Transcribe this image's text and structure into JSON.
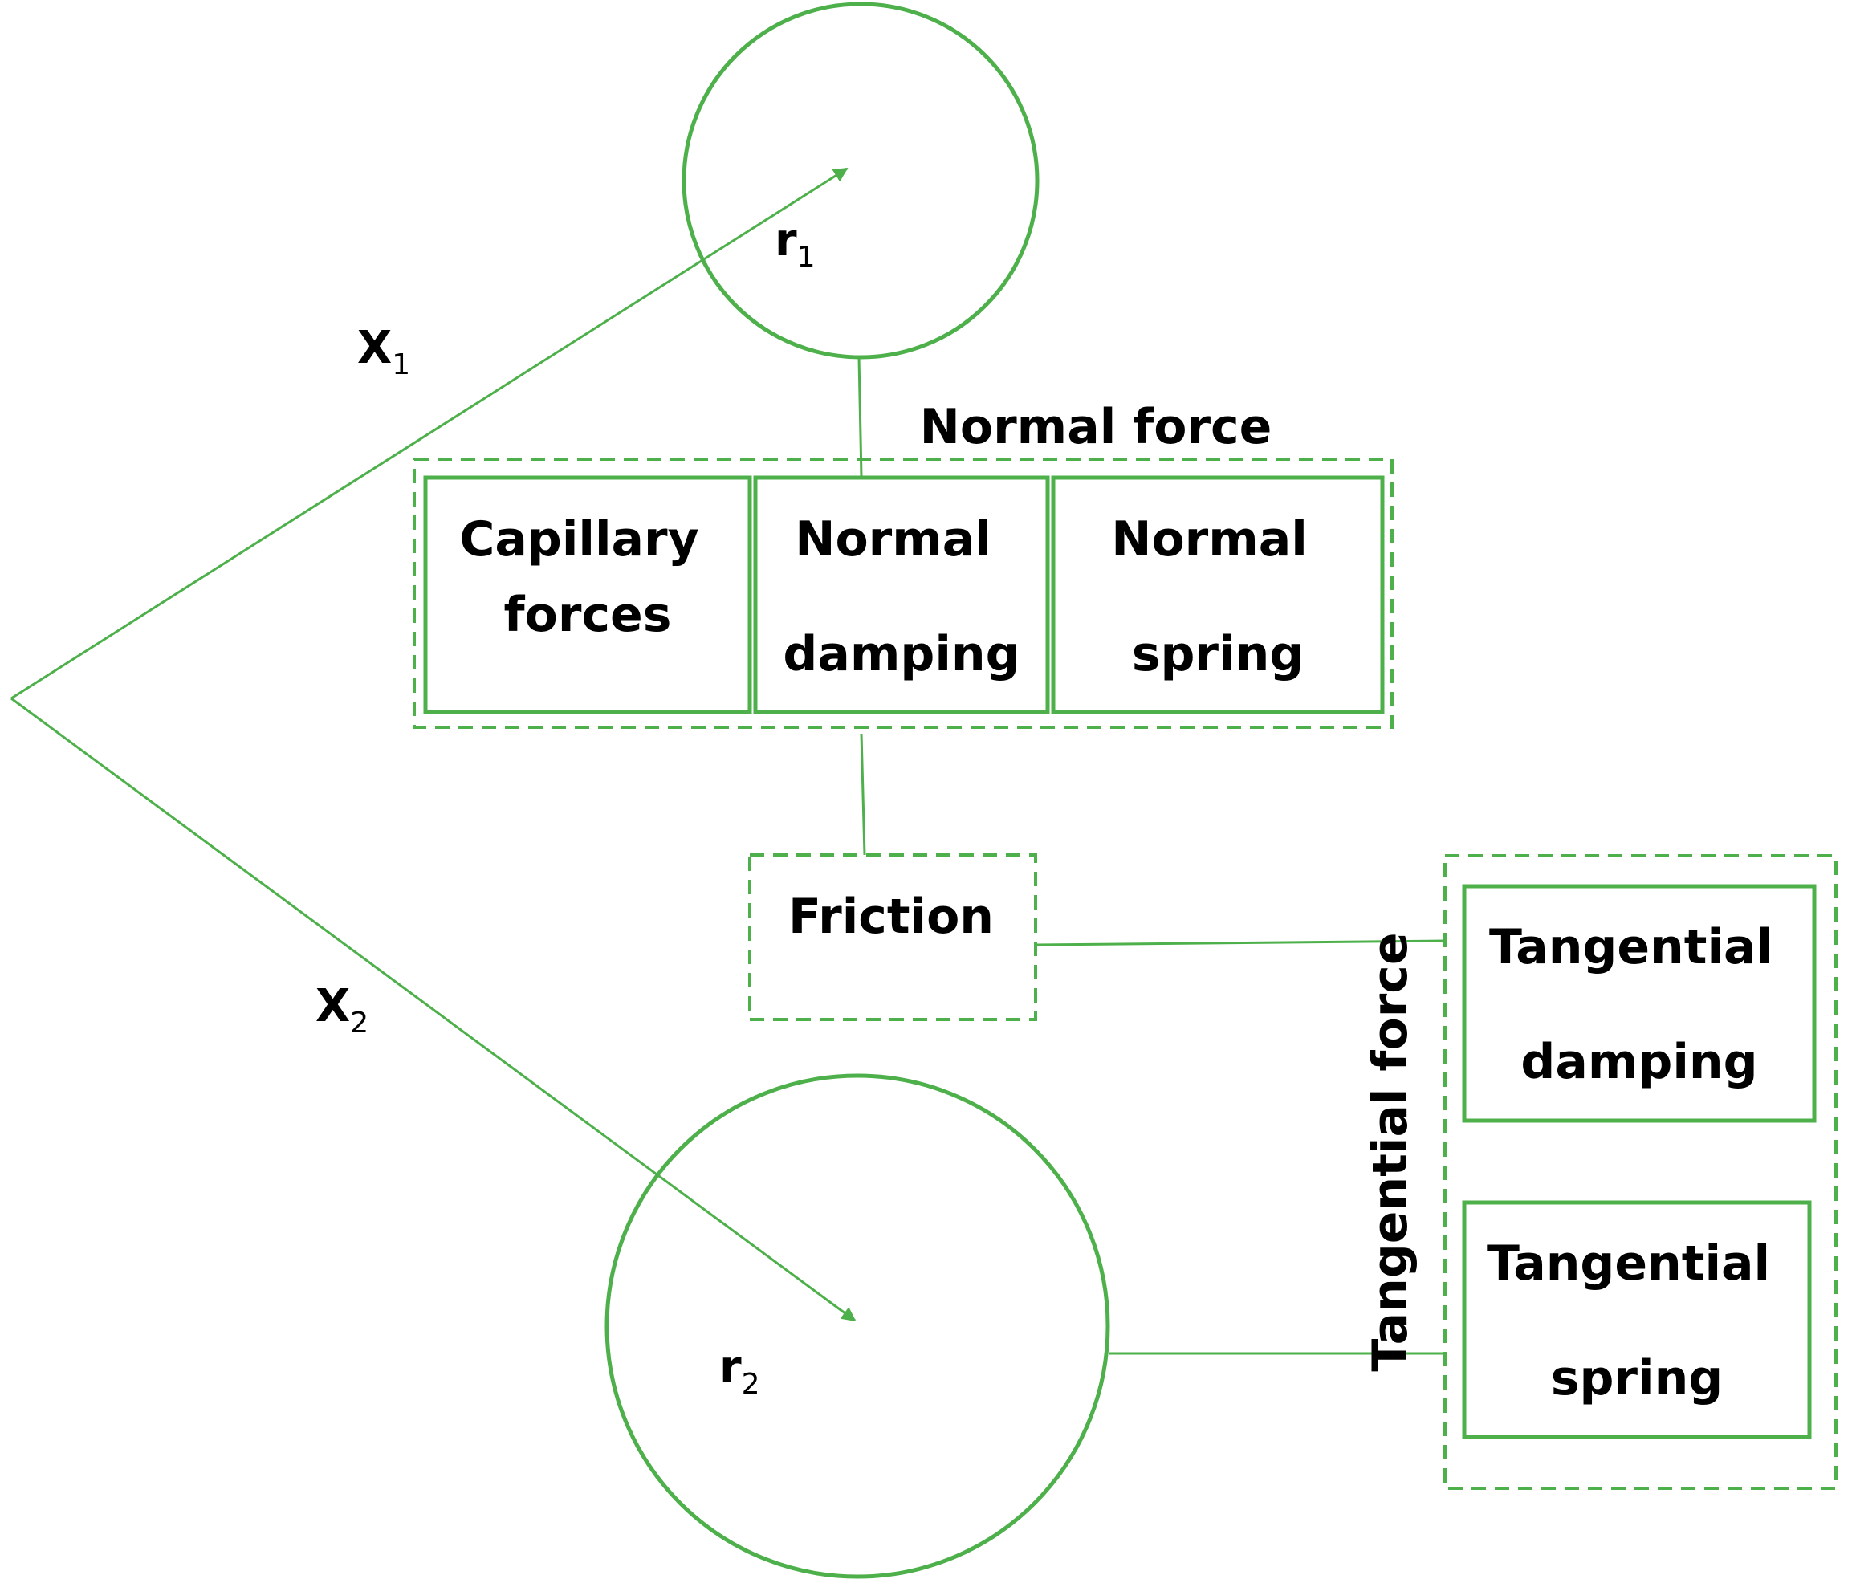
{
  "colors": {
    "stroke": "#4db04a",
    "text": "#000000",
    "background": "#ffffff"
  },
  "labels": {
    "x1": {
      "main": "X",
      "sub": "1"
    },
    "x2": {
      "main": "X",
      "sub": "2"
    },
    "r1": {
      "main": "r",
      "sub": "1"
    },
    "r2": {
      "main": "r",
      "sub": "2"
    },
    "normal_force": "Normal force",
    "tangential_force": "Tangential force",
    "capillary": [
      "Capillary",
      "forces"
    ],
    "normal_damping": [
      "Normal",
      "damping"
    ],
    "normal_spring": [
      "Normal",
      "spring"
    ],
    "friction": "Friction",
    "tangential_damping": [
      "Tangential",
      "damping"
    ],
    "tangential_spring": [
      "Tangential",
      "spring"
    ]
  }
}
